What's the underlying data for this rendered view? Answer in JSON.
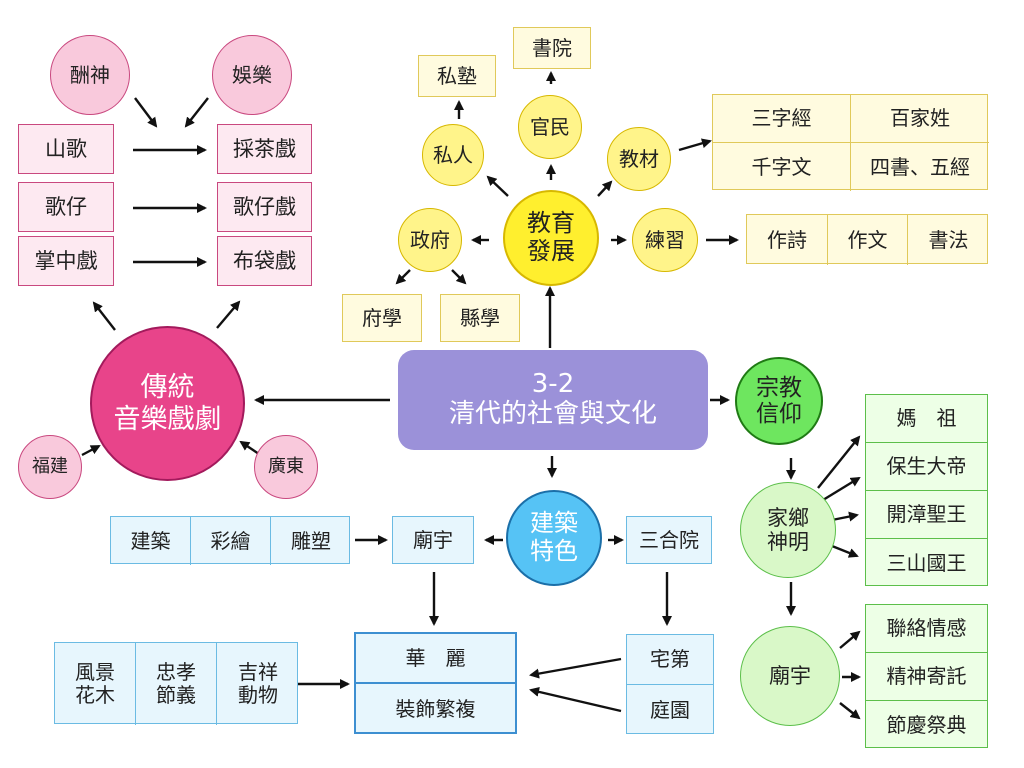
{
  "center": {
    "line1": "3-2",
    "line2": "清代的社會與文化"
  },
  "music": {
    "hub": [
      "傳統",
      "音樂戲劇"
    ],
    "deities": [
      "酬神",
      "娛樂"
    ],
    "origins": [
      "山歌",
      "歌仔",
      "掌中戲"
    ],
    "dramas": [
      "採茶戲",
      "歌仔戲",
      "布袋戲"
    ],
    "regions": [
      "福建",
      "廣東"
    ]
  },
  "education": {
    "hub": [
      "教育",
      "發展"
    ],
    "private": "私人",
    "private_child": "私塾",
    "official": "官民",
    "official_child": "書院",
    "government": "政府",
    "government_children": [
      "府學",
      "縣學"
    ],
    "materials": "教材",
    "materials_items": [
      "三字經",
      "百家姓",
      "千字文",
      "四書、五經"
    ],
    "practice": "練習",
    "practice_items": [
      "作詩",
      "作文",
      "書法"
    ]
  },
  "religion": {
    "hub": [
      "宗教",
      "信仰"
    ],
    "home": [
      "家鄉",
      "神明"
    ],
    "home_items": [
      "媽　祖",
      "保生大帝",
      "開漳聖王",
      "三山國王"
    ],
    "temple": "廟宇",
    "temple_items": [
      "聯絡情感",
      "精神寄託",
      "節慶祭典"
    ]
  },
  "architecture": {
    "hub": [
      "建築",
      "特色"
    ],
    "temple": "廟宇",
    "temple_arts": [
      "建築",
      "彩繪",
      "雕塑"
    ],
    "courtyard": "三合院",
    "luxury": [
      "華　麗",
      "裝飾繁複"
    ],
    "residence": [
      "宅第",
      "庭園"
    ],
    "motifs": [
      [
        "風景",
        "花木"
      ],
      [
        "忠孝",
        "節義"
      ],
      [
        "吉祥",
        "動物"
      ]
    ]
  },
  "colors": {
    "pink_box_border": "#c9487f",
    "pink_box_fill": "#fde9f1",
    "pink_circle": "#f9c9dc",
    "magenta": "#e8448a",
    "yellow_hub": "#ffef2e",
    "yellow_circle": "#fff48a",
    "yellow_box": "#fffbdf",
    "purple": "#9b91d9",
    "green_hub": "#6ee65f",
    "green_circle": "#d9f8c8",
    "green_box": "#edffe6",
    "blue_hub": "#56c3f5",
    "blue_box": "#e7f6fd"
  }
}
